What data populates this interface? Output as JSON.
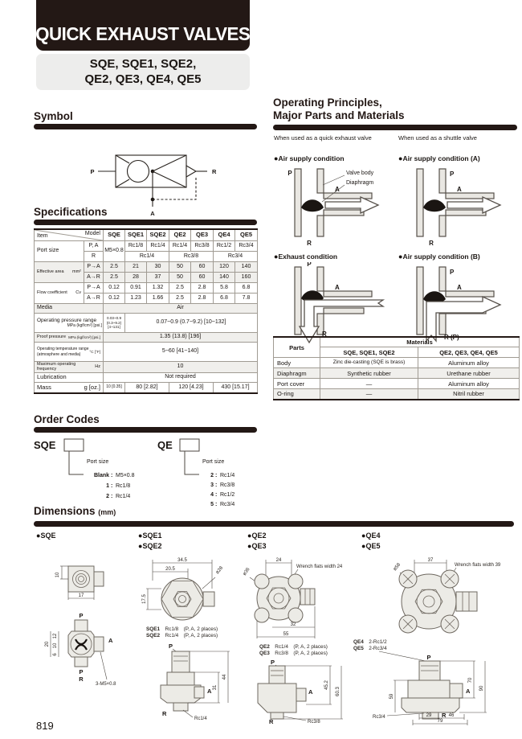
{
  "header": {
    "title": "QUICK EXHAUST VALVES",
    "models_line1": "SQE, SQE1, SQE2,",
    "models_line2": "QE2, QE3, QE4, QE5"
  },
  "symbol": {
    "title": "Symbol",
    "p": "P",
    "r": "R",
    "a": "A"
  },
  "spec": {
    "title": "Specifications",
    "item": "Item",
    "model": "Model",
    "models": [
      "SQE",
      "SQE1",
      "SQE2",
      "QE2",
      "QE3",
      "QE4",
      "QE5"
    ],
    "port": {
      "label": "Port size",
      "pa": "P, A",
      "r": "R",
      "sqe": "M5×0.8",
      "pa_vals": [
        "Rc1/8",
        "Rc1/4",
        "Rc1/4",
        "Rc3/8",
        "Rc1/2",
        "Rc3/4"
      ],
      "r12": "Rc1/4",
      "r23": "Rc3/8",
      "r45": "Rc3/4"
    },
    "eff": {
      "label": "Effective area",
      "unit": "mm²",
      "pa": "P→A",
      "ar": "A→R",
      "pa_vals": [
        "2.5",
        "21",
        "30",
        "50",
        "60",
        "120",
        "140"
      ],
      "ar_vals": [
        "2.5",
        "28",
        "37",
        "50",
        "60",
        "140",
        "160"
      ]
    },
    "flow": {
      "label": "Flow coefficient",
      "unit": "Cv",
      "pa": "P→A",
      "ar": "A→R",
      "pa_vals": [
        "0.12",
        "0.91",
        "1.32",
        "2.5",
        "2.8",
        "5.8",
        "6.8"
      ],
      "ar_vals": [
        "0.12",
        "1.23",
        "1.66",
        "2.5",
        "2.8",
        "6.8",
        "7.8"
      ]
    },
    "media": {
      "label": "Media",
      "value": "Air"
    },
    "press": {
      "label": "Operating pressure range",
      "unit": "MPa (kgf/cm²) [psi.]",
      "sqe": "0.03~0.9 (0.3~9.2) [4~131]",
      "others": "0.07~0.9 (0.7~9.2) [10~132]"
    },
    "proof": {
      "label": "Proof pressure",
      "unit": "MPa (kgf/cm²) [psi.]",
      "value": "1.35 (13.8) [196]"
    },
    "temp": {
      "label": "Operating temperature range",
      "sub": "(atmosphere and media)",
      "unit": "°C [°F]",
      "value": "5~60 [41~140]"
    },
    "freq": {
      "label": "Maximum operating frequency",
      "unit": "Hz",
      "value": "10"
    },
    "lub": {
      "label": "Lubrication",
      "value": "Not required"
    },
    "mass": {
      "label": "Mass",
      "unit": "g [oz.]",
      "v_sqe": "10 [0.35]",
      "v_sqe12": "80 [2.82]",
      "v_qe23": "120 [4.23]",
      "v_qe45": "430 [15.17]"
    }
  },
  "principles": {
    "title_line1": "Operating Principles,",
    "title_line2": "Major Parts and Materials",
    "caption_left": "When used as a quick exhaust valve",
    "caption_right": "When used as a shuttle valve",
    "bullet": "●",
    "d1_label": "Air supply condition",
    "d2_label": "Air supply condition (A)",
    "d3_label": "Exhaust condition",
    "d4_label": "Air supply condition (B)",
    "valve_body": "Valve body",
    "diaphragm": "Diaphragm",
    "p": "P",
    "a": "A",
    "r": "R",
    "r_p": "R (P)"
  },
  "materials": {
    "parts": "Parts",
    "materials": "Materials",
    "col1": "SQE, SQE1, SQE2",
    "col2": "QE2, QE3, QE4, QE5",
    "rows": [
      {
        "part": "Body",
        "m1": "Zinc die-casting (SQE is brass)",
        "m2": "Aluminum alloy"
      },
      {
        "part": "Diaphragm",
        "m1": "Synthetic rubber",
        "m2": "Urethane rubber"
      },
      {
        "part": "Port cover",
        "m1": "—",
        "m2": "Aluminum alloy"
      },
      {
        "part": "O-ring",
        "m1": "—",
        "m2": "Nitril rubber"
      }
    ]
  },
  "order": {
    "title": "Order Codes",
    "sep": ":",
    "port_size": "Port size",
    "sqe_prefix": "SQE",
    "sqe_opts": [
      [
        "Blank",
        "M5×0.8"
      ],
      [
        "1",
        "Rc1/8"
      ],
      [
        "2",
        "Rc1/4"
      ]
    ],
    "qe_prefix": "QE",
    "qe_opts": [
      [
        "2",
        "Rc1/4"
      ],
      [
        "3",
        "Rc3/8"
      ],
      [
        "4",
        "Rc1/2"
      ],
      [
        "5",
        "Rc3/4"
      ]
    ]
  },
  "dims": {
    "title": "Dimensions",
    "unit": "(mm)",
    "bullet": "●",
    "g1": "SQE",
    "g2a": "SQE1",
    "g2b": "SQE2",
    "g3a": "QE2",
    "g3b": "QE3",
    "g4a": "QE4",
    "g4b": "QE5",
    "sqe": {
      "d10": "10",
      "d17": "17",
      "d20": "20",
      "d12": "12",
      "d10b": "10",
      "d6": "6",
      "p": "P",
      "a": "A",
      "r": "R",
      "pb": "P",
      "thread": "3-M5×0.8"
    },
    "sqe12": {
      "d345": "34.5",
      "d205": "20.5",
      "dia": "ø28",
      "d175": "17.5",
      "m1": "SQE1",
      "m1port": "Rc1/8",
      "m1note": "(P, A, 2 places)",
      "m2": "SQE2",
      "m2port": "Rc1/4",
      "m2note": "(P, A, 2 places)",
      "d31": "31",
      "d44": "44",
      "p": "P",
      "a": "A",
      "r": "R",
      "thread": "Rc1/4"
    },
    "qe23": {
      "d24": "24",
      "dia": "ø36",
      "wrench": "Wrench flats width 24",
      "d32": "32",
      "d55": "55",
      "m1": "QE2",
      "m1port": "Rc1/4",
      "m1note": "(P, A, 2 places)",
      "m2": "QE3",
      "m2port": "Rc3/8",
      "m2note": "(P, A, 2 places)",
      "d452": "45.2",
      "d603": "60.3",
      "p": "P",
      "a": "A",
      "r": "R",
      "thread": "Rc3/8"
    },
    "qe45": {
      "dia": "ø58",
      "d37": "37",
      "wrench": "Wrench flats width 39",
      "m1": "QE4",
      "m1port": "2-Rc1/2",
      "m2": "QE5",
      "m2port": "2-Rc3/4",
      "d59": "59",
      "d70": "70",
      "d90": "90",
      "d29": "29",
      "d46": "46",
      "d79": "79",
      "p": "P",
      "a": "A",
      "r": "R",
      "thread": "Rc3/4"
    }
  },
  "page_number": "819"
}
